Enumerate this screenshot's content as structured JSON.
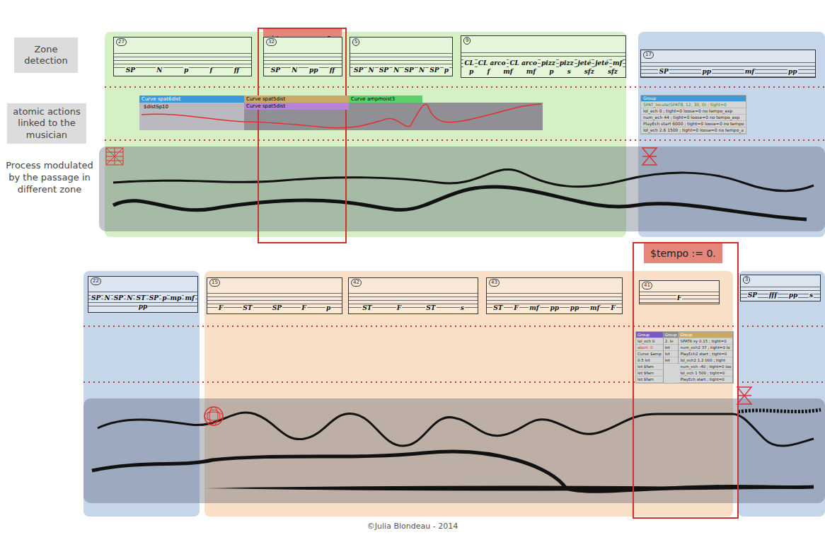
{
  "diagram": {
    "caption": "©Julia Blondeau - 2014",
    "nodes": [
      {
        "text": [
          "Zone detection"
        ]
      },
      {
        "text": [
          "atomic actions linked to the musician"
        ]
      },
      {
        "text": [
          "$tempo := 0."
        ]
      },
      {
        "text": [
          "27",
          "SP",
          "N",
          "p",
          "f",
          "ff"
        ]
      },
      {
        "text": [
          "32",
          "SP",
          "N",
          "pp",
          "ff"
        ]
      },
      {
        "text": [
          "5",
          "SP",
          "N",
          "SP",
          "N",
          "SP",
          "N",
          "SP",
          "p"
        ]
      },
      {
        "text": [
          "9",
          "CL",
          "CL arco",
          "CL arco",
          "pizz",
          "pizz",
          "jeté",
          "jeté",
          "mf",
          "p",
          "f",
          "mf",
          "mf",
          "p",
          "s",
          "sfz",
          "sfz"
        ]
      },
      {
        "text": [
          "17",
          "SP",
          "pp",
          "mf",
          "pp"
        ]
      },
      {
        "text": [
          "Curve spat6dist",
          "$distSp10",
          "Curve spat5dist",
          "Curve spat5dist",
          "Curve ampmoist3"
        ]
      },
      {
        "text": [
          "Group",
          "SPAT_locate(SPAT8, 12, 30, 0) ; tight=0",
          "lol_ech 0 ; tight=0 loose=0 no tempo_exp",
          "num_ech 44 ; tight=0 loose=0 no tempo_exp",
          "PlayEch start 6000 ; tight=0 loose=0 no tempo",
          "lol_ech 2.6 1500 ; tight=0 loose=0 no tempo_a"
        ]
      },
      {
        "text": [
          "$tempo := 0."
        ]
      },
      {
        "text": [
          "22",
          "SP",
          "N",
          "SP",
          "N",
          "ST",
          "SP",
          "p",
          "mp",
          "mf",
          "pp"
        ]
      },
      {
        "text": [
          "15",
          "F",
          "ST",
          "SP",
          "F",
          "p"
        ]
      },
      {
        "text": [
          "42",
          "ST",
          "F",
          "ST",
          "s"
        ]
      },
      {
        "text": [
          "43",
          "ST",
          "F",
          "mf",
          "pp",
          "pp",
          "mf",
          "F"
        ]
      },
      {
        "text": [
          "41",
          "F"
        ]
      },
      {
        "text": [
          "3",
          "SP",
          "fff",
          "pp",
          "s"
        ]
      },
      {
        "text": [
          "Group",
          "Group",
          "Group",
          "lol_ech 0",
          "abort :S",
          "Curve $amp",
          "0.5 let",
          "let $fam",
          "let $fam",
          "let $fam",
          "2. le",
          "let",
          "let",
          "let",
          "SPAT8 xy 0.15 ; tight=0",
          "num_ech2 37 ; tight=0 lo",
          "PlayEch2 start ; tight=0",
          "lol_ech2 1.2 000 ; tight",
          "num_ech -40 ; tight=0 loo",
          "lol_ech 1 500 ; tight=0",
          "PlayEch start ; tight=0"
        ]
      }
    ],
    "labels": [
      "Process modulated by the passage in different zone"
    ]
  }
}
